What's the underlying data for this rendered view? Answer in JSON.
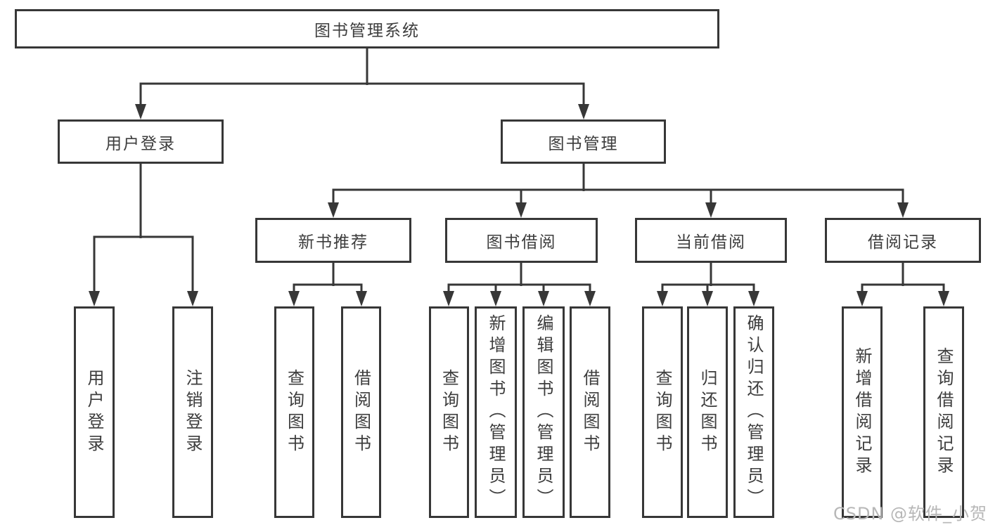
{
  "diagram": {
    "root": {
      "label": "图书管理系统"
    },
    "branches": [
      {
        "label": "用户登录",
        "children": [
          {
            "label": "用户登录"
          },
          {
            "label": "注销登录"
          }
        ]
      },
      {
        "label": "图书管理",
        "children": [
          {
            "label": "新书推荐",
            "children": [
              {
                "label": "查询图书"
              },
              {
                "label": "借阅图书"
              }
            ]
          },
          {
            "label": "图书借阅",
            "children": [
              {
                "label": "查询图书"
              },
              {
                "label": "新增图书（管理员）"
              },
              {
                "label": "编辑图书（管理员）"
              },
              {
                "label": "借阅图书"
              }
            ]
          },
          {
            "label": "当前借阅",
            "children": [
              {
                "label": "查询图书"
              },
              {
                "label": "归还图书"
              },
              {
                "label": "确认归还（管理员）"
              }
            ]
          },
          {
            "label": "借阅记录",
            "children": [
              {
                "label": "新增借阅记录"
              },
              {
                "label": "查询借阅记录"
              }
            ]
          }
        ]
      }
    ]
  },
  "watermark": {
    "text": "CSDN @软件_小贺同学"
  },
  "colors": {
    "line": "#373737",
    "text": "#3d3d3d",
    "box_background": "#ffffff",
    "watermark": "#b7b7b7"
  }
}
